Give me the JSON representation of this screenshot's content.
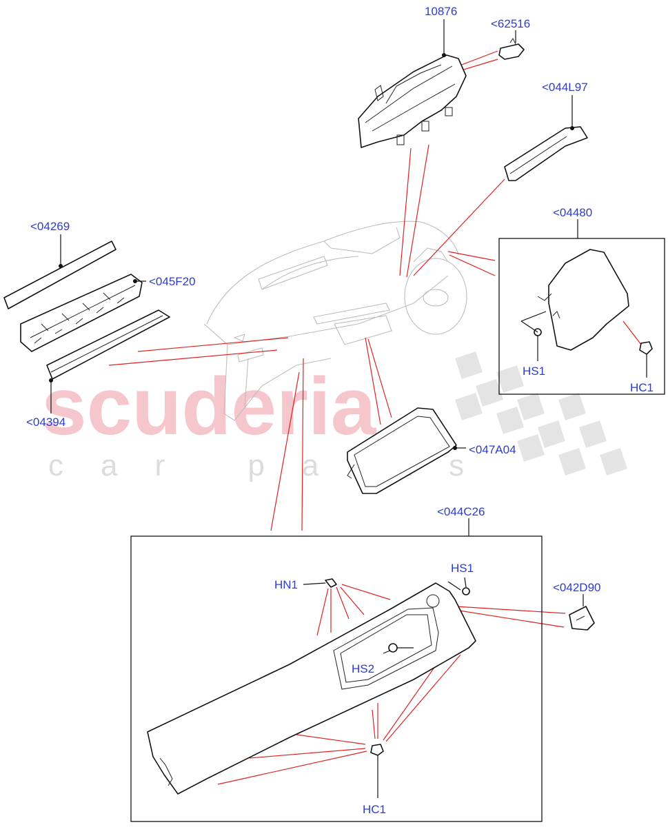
{
  "watermark": {
    "brand": "scuderia",
    "subtitle": "car parts"
  },
  "labels": {
    "p10876": "10876",
    "p62516": "<62516",
    "p044L97": "<044L97",
    "p04269": "<04269",
    "p045F20": "<045F20",
    "p04480": "<04480",
    "hs1_right": "HS1",
    "hc1_right": "HC1",
    "p04394": "<04394",
    "p047A04": "<047A04",
    "p044C26": "<044C26",
    "hn1": "HN1",
    "hs1_bottom": "HS1",
    "p042D90": "<042D90",
    "hs2": "HS2",
    "hc1_bottom": "HC1"
  },
  "colors": {
    "label": "#2a3bd6",
    "callout_lines": "#e02020",
    "outline": "#111111",
    "watermark": "#f5c6cc"
  }
}
